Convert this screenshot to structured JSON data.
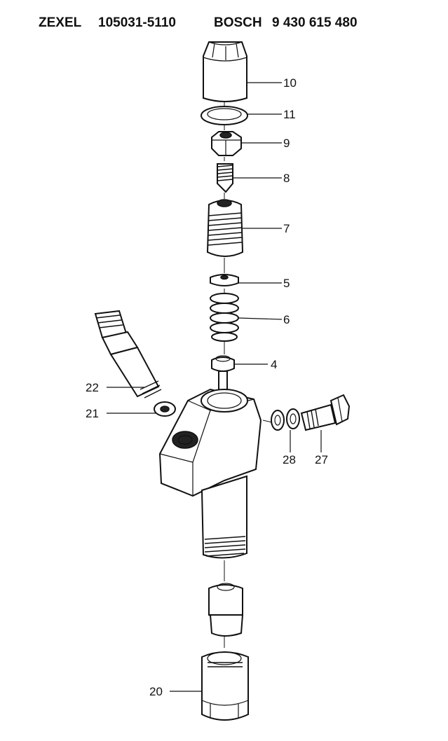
{
  "header": {
    "brand1": "ZEXEL",
    "part_no1": "105031-5110",
    "brand2": "BOSCH",
    "part_no2": "9 430 615 480"
  },
  "callouts": {
    "c10": "10",
    "c11": "11",
    "c9": "9",
    "c8": "8",
    "c7": "7",
    "c5": "5",
    "c6": "6",
    "c4": "4",
    "c22": "22",
    "c21": "21",
    "c28": "28",
    "c27": "27",
    "c20": "20"
  }
}
